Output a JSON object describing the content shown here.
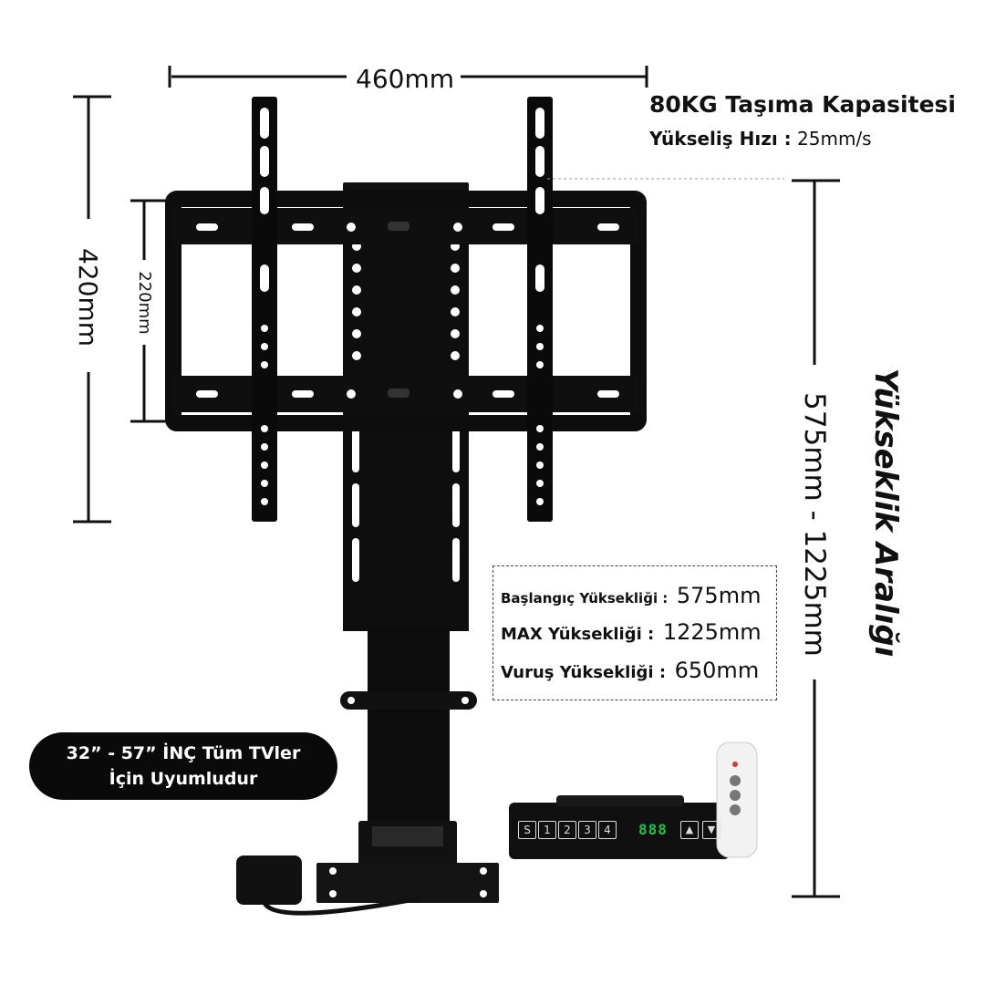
{
  "dimensions": {
    "width_label": "460mm",
    "height_label": "420mm",
    "inner_height_label": "220mm",
    "range_label": "575mm  - 1225mm"
  },
  "capacity": {
    "load": "80KG Taşıma Kapasitesi",
    "speed_label": "Yükseliş Hızı :",
    "speed_value": "25mm/s"
  },
  "side_title": "Yükseklik Aralığı",
  "specs": [
    {
      "label": "Başlangıç Yüksekliği :",
      "value": "575mm"
    },
    {
      "label": "MAX Yüksekliği :",
      "value": "1225mm"
    },
    {
      "label": "Vuruş Yüksekliği :",
      "value": "650mm"
    }
  ],
  "compat_badge": {
    "line1": "32” - 57” İNÇ Tüm TVler",
    "line2": "İçin Uyumludur"
  },
  "control_panel": {
    "keys": [
      "S",
      "1",
      "2",
      "3",
      "4"
    ],
    "display": "888",
    "arrows": [
      "up",
      "down"
    ]
  },
  "colors": {
    "product": "#0c0c0c",
    "badge": "#0a0a0a",
    "display": "#19c24a"
  }
}
